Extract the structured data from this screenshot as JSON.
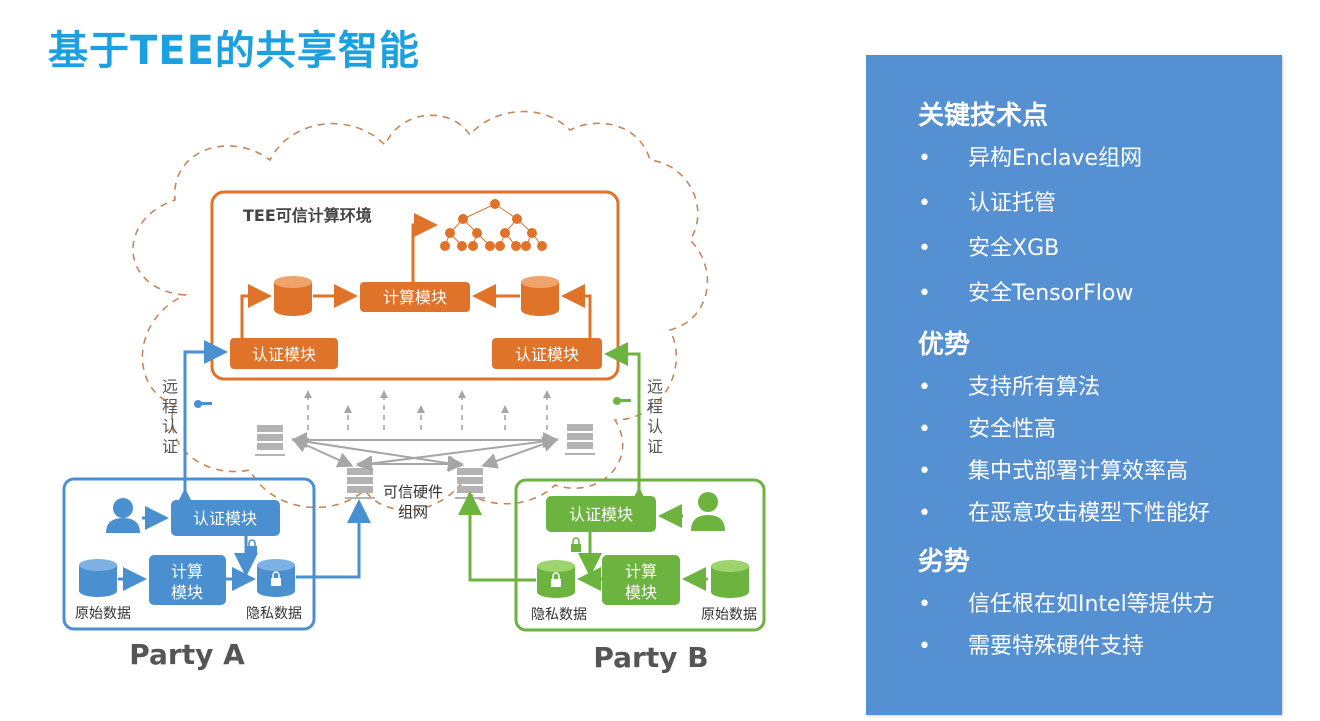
{
  "title": "基于TEE的共享智能",
  "diagram": {
    "tee_env_label": "TEE可信计算环境",
    "tee_compute_module": "计算模块",
    "tee_auth_left": "认证模块",
    "tee_auth_right": "认证模块",
    "remote_attest_left": [
      "远",
      "程",
      "认",
      "证"
    ],
    "remote_attest_right": [
      "远",
      "程",
      "认",
      "证"
    ],
    "trusted_hw_network": [
      "可信硬件",
      "组网"
    ],
    "party_a": {
      "name": "Party A",
      "auth_module": "认证模块",
      "compute_module": [
        "计算",
        "模块"
      ],
      "raw_data": "原始数据",
      "private_data": "隐私数据",
      "color": "#4a8fd0"
    },
    "party_b": {
      "name": "Party B",
      "auth_module": "认证模块",
      "compute_module": [
        "计算",
        "模块"
      ],
      "raw_data": "原始数据",
      "private_data": "隐私数据",
      "color": "#6cb33f"
    },
    "tee_color": "#e0732a",
    "cloud_color": "#c8875a",
    "network_color": "#a6a6a6"
  },
  "panel": {
    "sections": [
      {
        "heading": "关键技术点",
        "items": [
          "异构Enclave组网",
          "认证托管",
          "安全XGB",
          "安全TensorFlow"
        ]
      },
      {
        "heading": "优势",
        "items": [
          "支持所有算法",
          "安全性高",
          "集中式部署计算效率高",
          "在恶意攻击模型下性能好"
        ]
      },
      {
        "heading": "劣势",
        "items": [
          "信任根在如Intel等提供方",
          "需要特殊硬件支持"
        ]
      }
    ],
    "bullet": "•",
    "background": "#5590d3"
  }
}
